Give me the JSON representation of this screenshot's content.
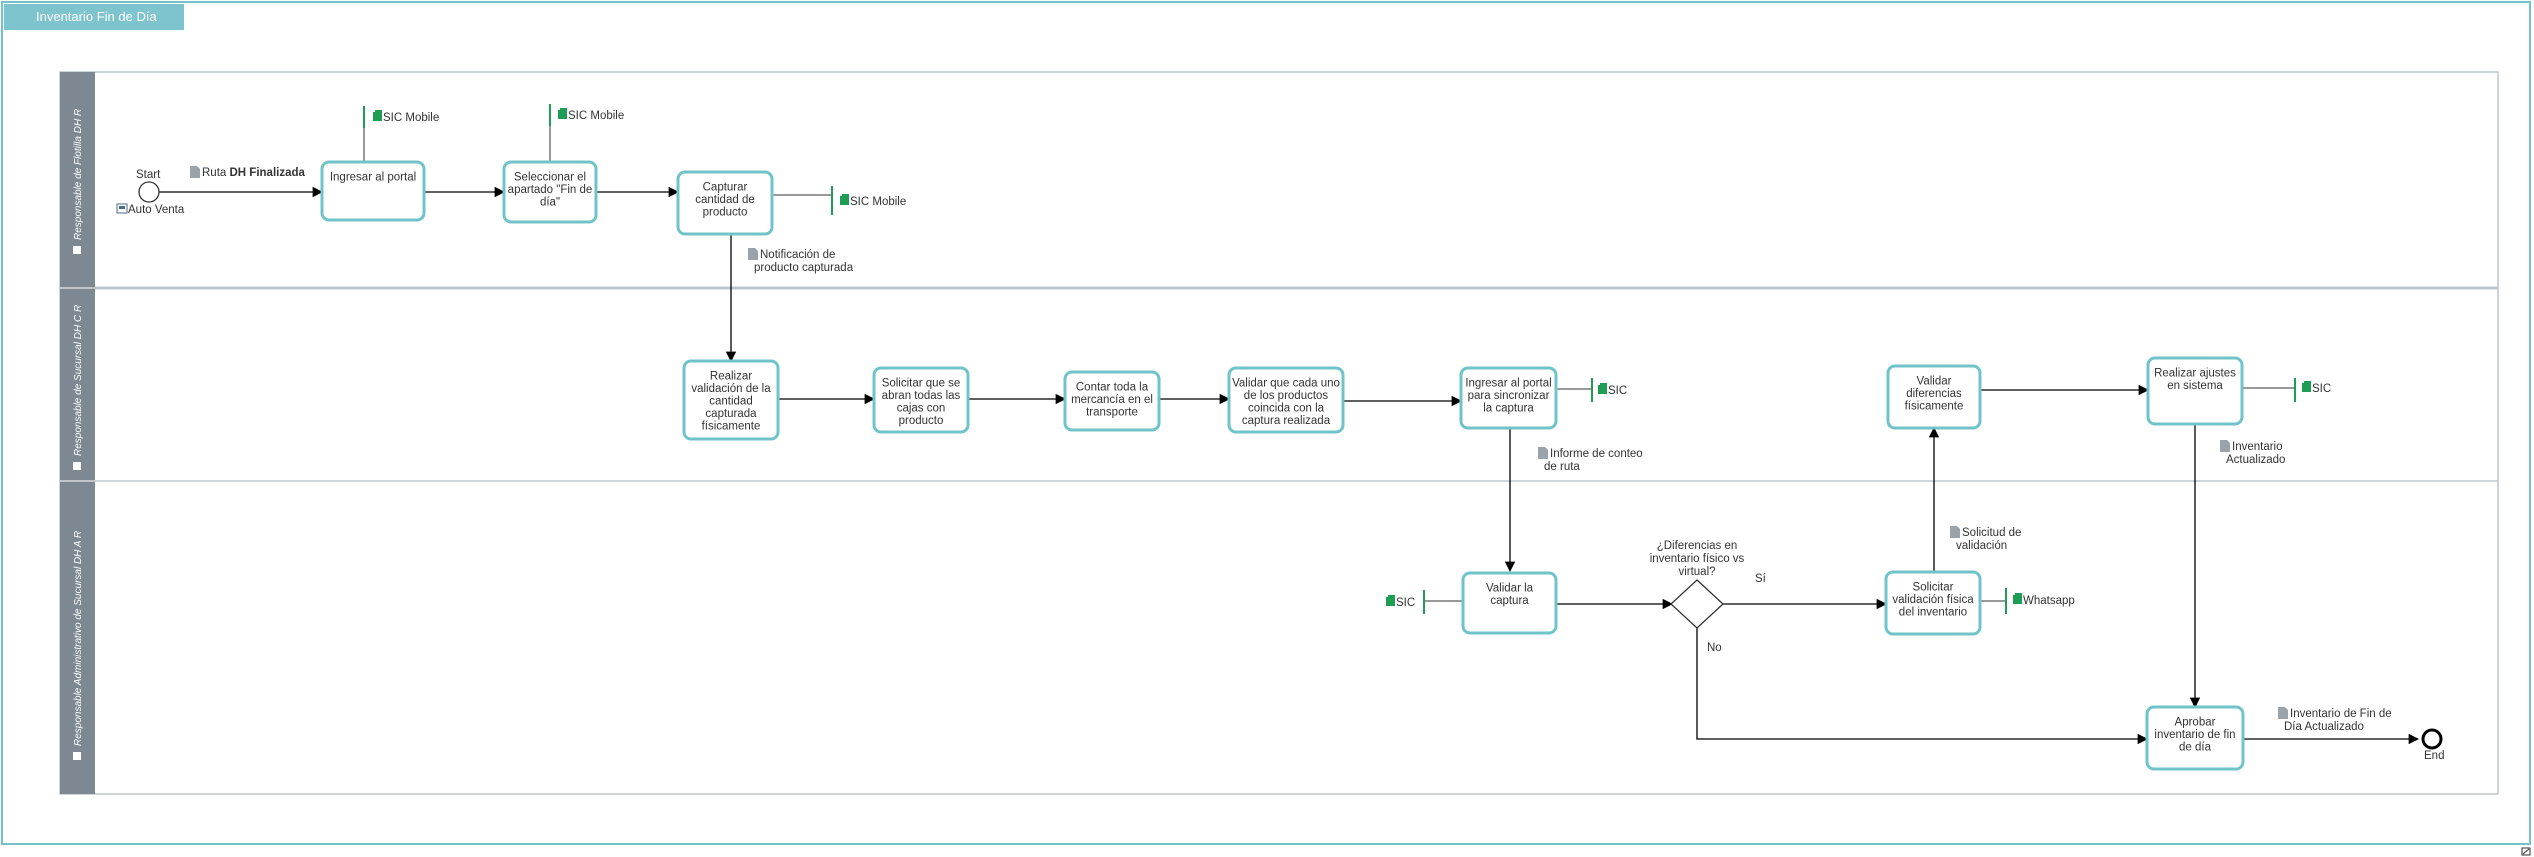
{
  "diagram": {
    "title": "Inventario Fin de Día",
    "lanes": [
      {
        "id": "lane1",
        "label": "Responsable de Flotilla DH R"
      },
      {
        "id": "lane2",
        "label": "Responsable de Sucursal DH C R"
      },
      {
        "id": "lane3",
        "label": "Responsable Administrativo de Sucursal DH A R"
      }
    ],
    "events": {
      "start": "Start",
      "end": "End",
      "start_attachment": "Auto Venta"
    },
    "tasks": {
      "ingresar_portal": [
        "Ingresar al portal"
      ],
      "seleccionar_apartado": [
        "Seleccionar el",
        "apartado \"Fin de",
        "día\""
      ],
      "capturar_cantidad": [
        "Capturar",
        "cantidad de",
        "producto"
      ],
      "realizar_validacion": [
        "Realizar",
        "validación de la",
        "cantidad",
        "capturada",
        "físicamente"
      ],
      "solicitar_abran": [
        "Solicitar que se",
        "abran todas las",
        "cajas con",
        "producto"
      ],
      "contar_mercancia": [
        "Contar toda la",
        "mercancía en el",
        "transporte"
      ],
      "validar_productos": [
        "Validar que cada uno",
        "de los productos",
        "coincida con la",
        "captura realizada"
      ],
      "ingresar_sincronizar": [
        "Ingresar al portal",
        "para sincronizar",
        "la captura"
      ],
      "validar_diferencias": [
        "Validar",
        "diferencias",
        "físicamente"
      ],
      "realizar_ajustes": [
        "Realizar ajustes",
        "en sistema"
      ],
      "validar_captura": [
        "Validar la",
        "captura"
      ],
      "solicitar_validacion_fisica": [
        "Solicitar",
        "validación física",
        "del inventario"
      ],
      "aprobar_inventario": [
        "Aprobar",
        "inventario de fin",
        "de día"
      ]
    },
    "gateway": {
      "question": [
        "¿Diferencias en",
        "inventario físico vs",
        "virtual?"
      ],
      "yes": "Sí",
      "no": "No"
    },
    "documents": {
      "ruta_finalizada": [
        "Ruta DH Finalizada"
      ],
      "notificacion": [
        "Notificación de",
        "producto capturada"
      ],
      "informe_conteo": [
        "Informe de conteo",
        "de ruta"
      ],
      "solicitud_validacion": [
        "Solicitud de",
        "validación"
      ],
      "inventario_actualizado": [
        "Inventario",
        "Actualizado"
      ],
      "inventario_fin_dia": [
        "Inventario de Fin de",
        "Día Actualizado"
      ]
    },
    "systems": {
      "sic_mobile": "SIC Mobile",
      "sic": "SIC",
      "whatsapp": "Whatsapp"
    },
    "colors": {
      "frame": "#6fc3c9",
      "tab": "#7ec4cf",
      "lane_header": "#7d8892",
      "lane_border": "#bfc5c9",
      "task_border": "#6fc3c9",
      "system_icon": "#1f9d55",
      "document_icon": "#9aa3aa"
    }
  }
}
